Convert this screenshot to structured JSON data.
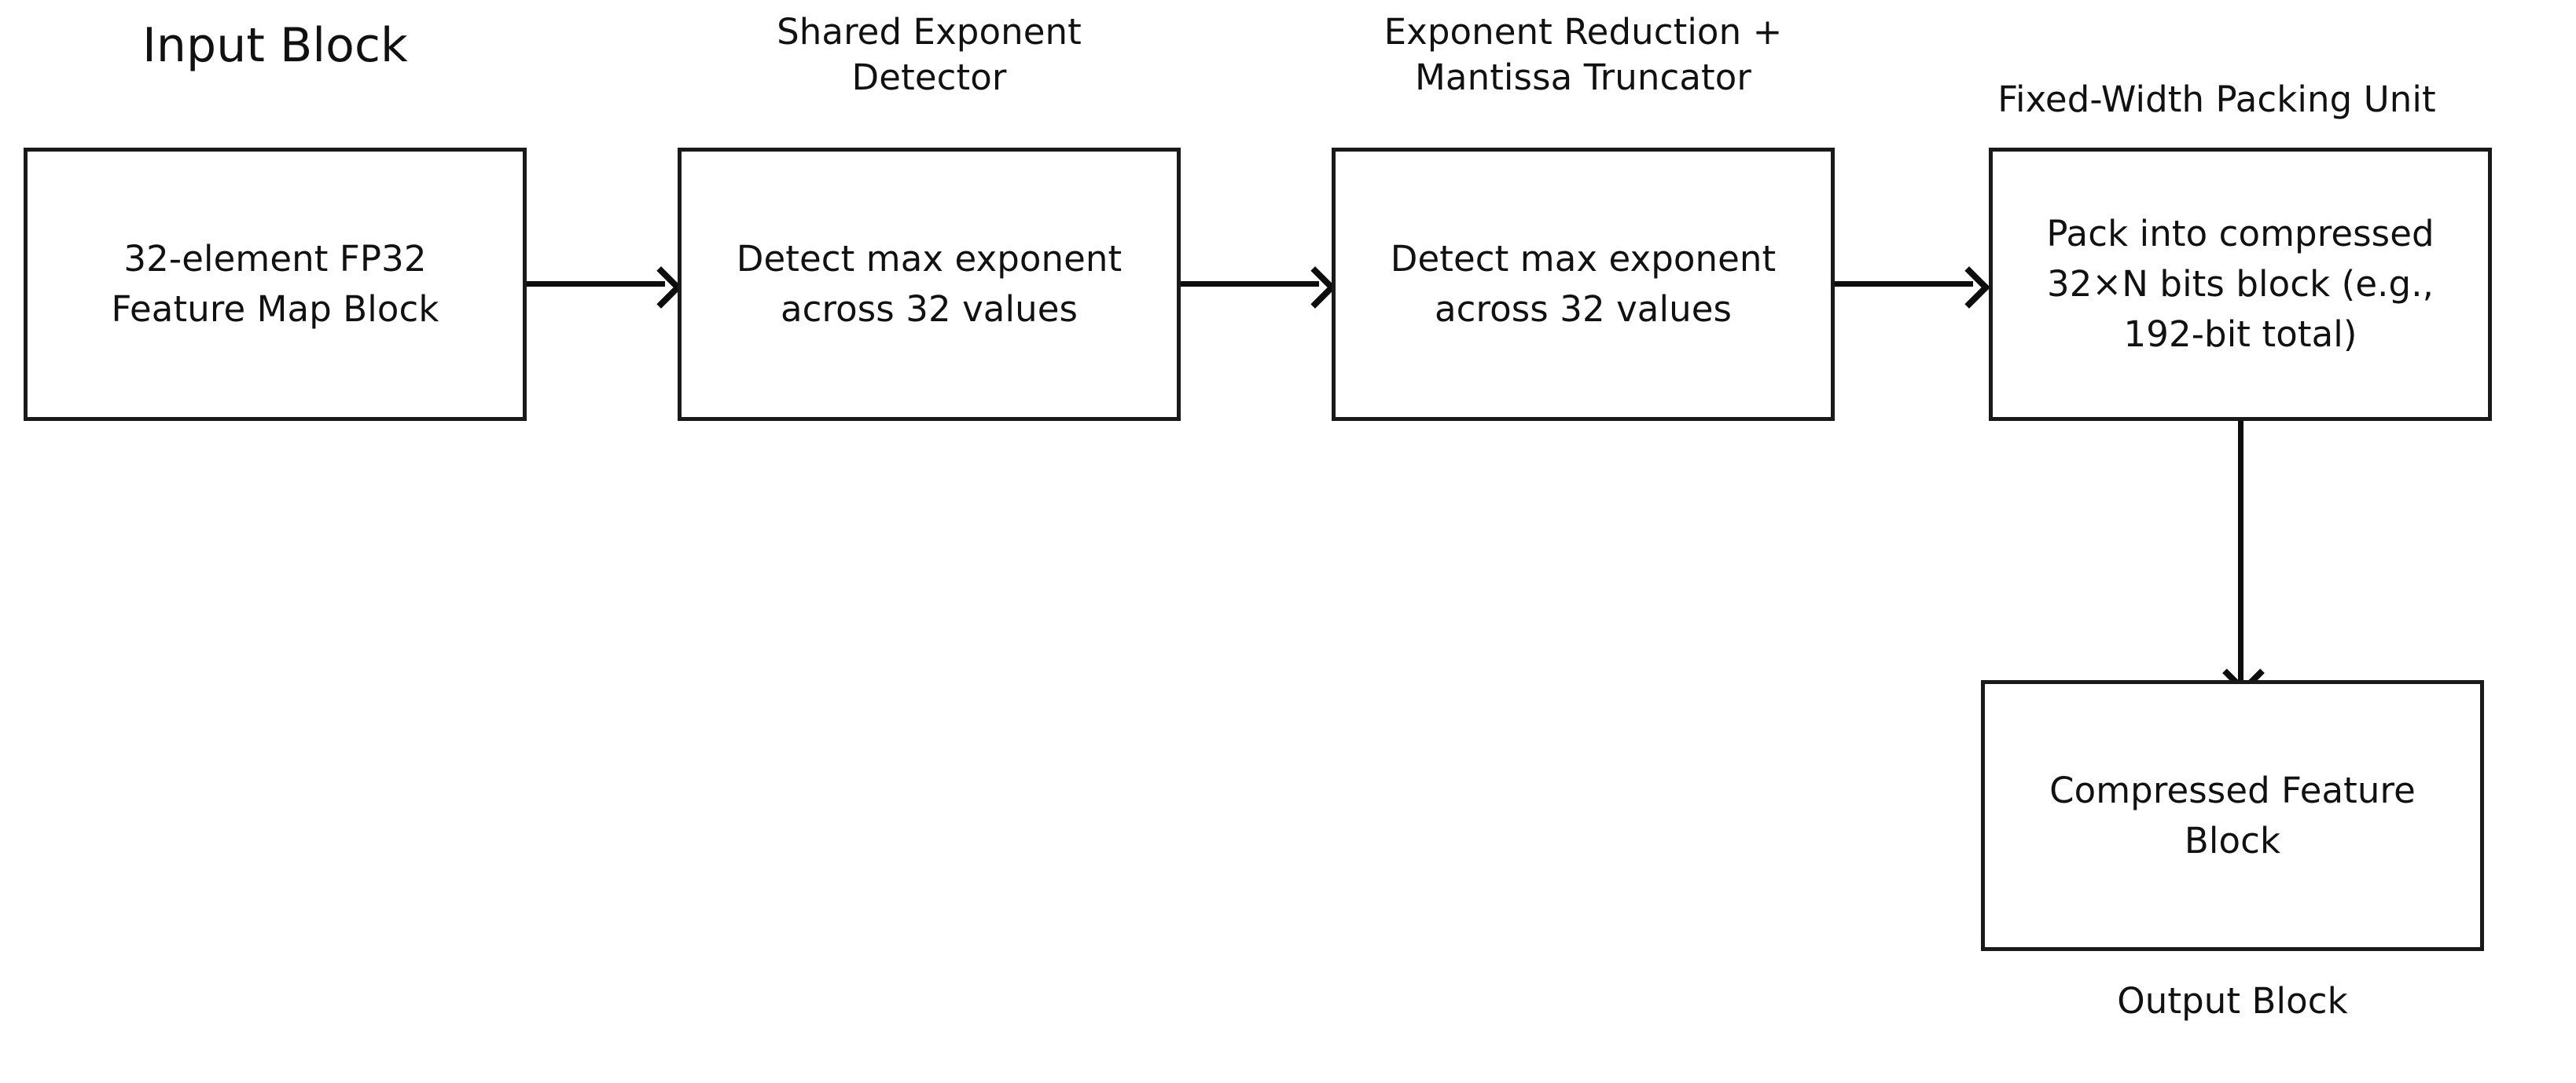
{
  "diagram": {
    "title_visible": false,
    "background_color": "#ffffff",
    "line_color": "#0d0d0d",
    "text_color": "#111111",
    "stages": [
      {
        "id": "input",
        "caption": "Input Block",
        "caption_position": "above",
        "body": "32-element FP32\nFeature Map Block"
      },
      {
        "id": "shared-exponent-detector",
        "caption": "Shared Exponent\nDetector",
        "caption_position": "above",
        "body": "Detect max exponent\nacross 32 values"
      },
      {
        "id": "exponent-reduction-mantissa-truncator",
        "caption": "Exponent Reduction +\nMantissa Truncator",
        "caption_position": "above",
        "body": "Detect max exponent\nacross 32 values"
      },
      {
        "id": "fixed-width-packing-unit",
        "caption": "Fixed-Width Packing Unit",
        "caption_position": "above",
        "body": "Pack into compressed\n32×N bits block (e.g.,\n192-bit total)"
      },
      {
        "id": "output",
        "caption": "Output Block",
        "caption_position": "below",
        "body": "Compressed Feature\nBlock"
      }
    ],
    "connectors": [
      {
        "id": "input-to-detector",
        "from": "input",
        "to": "shared-exponent-detector",
        "direction": "right"
      },
      {
        "id": "detector-to-reduction",
        "from": "shared-exponent-detector",
        "to": "exponent-reduction-mantissa-truncator",
        "direction": "right"
      },
      {
        "id": "reduction-to-packing",
        "from": "exponent-reduction-mantissa-truncator",
        "to": "fixed-width-packing-unit",
        "direction": "right"
      },
      {
        "id": "packing-to-output",
        "from": "fixed-width-packing-unit",
        "to": "output",
        "direction": "down"
      }
    ]
  }
}
